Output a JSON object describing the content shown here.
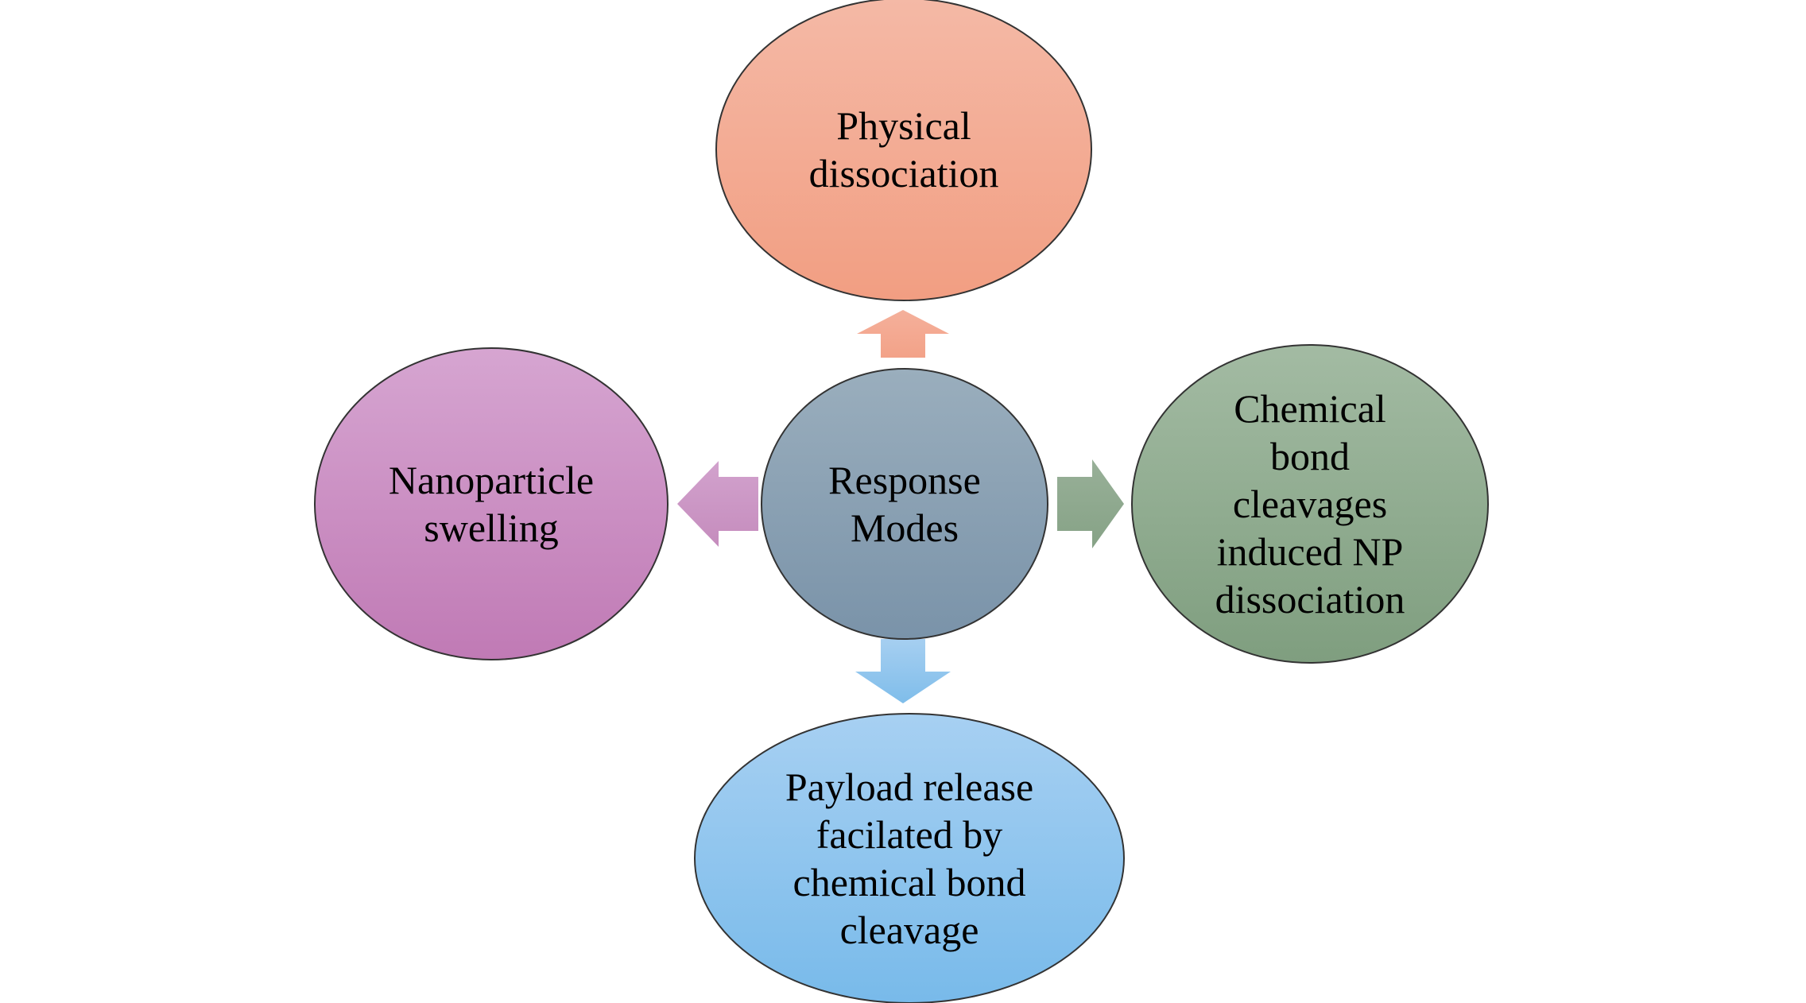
{
  "center": {
    "lines": [
      "Response",
      "Modes"
    ]
  },
  "nodes": {
    "top": {
      "lines": [
        "Physical",
        "dissociation"
      ]
    },
    "right": {
      "lines": [
        "Chemical",
        "bond",
        "cleavages",
        "induced NP",
        "dissociation"
      ]
    },
    "bottom": {
      "lines": [
        "Payload release",
        "facilated by",
        "chemical bond",
        "cleavage"
      ]
    },
    "left": {
      "lines": [
        "Nanoparticle",
        "swelling"
      ]
    }
  },
  "colors": {
    "center_top": "#9aaebd",
    "center_bottom": "#7a93a9",
    "top_top": "#f4b9a6",
    "top_bottom": "#f29e82",
    "right_top": "#a3bba3",
    "right_bottom": "#7f9e7f",
    "bottom_top": "#a7d0f2",
    "bottom_bottom": "#78baea",
    "left_top": "#d6a5d1",
    "left_bottom": "#c07ab5",
    "outline": "#333333"
  }
}
